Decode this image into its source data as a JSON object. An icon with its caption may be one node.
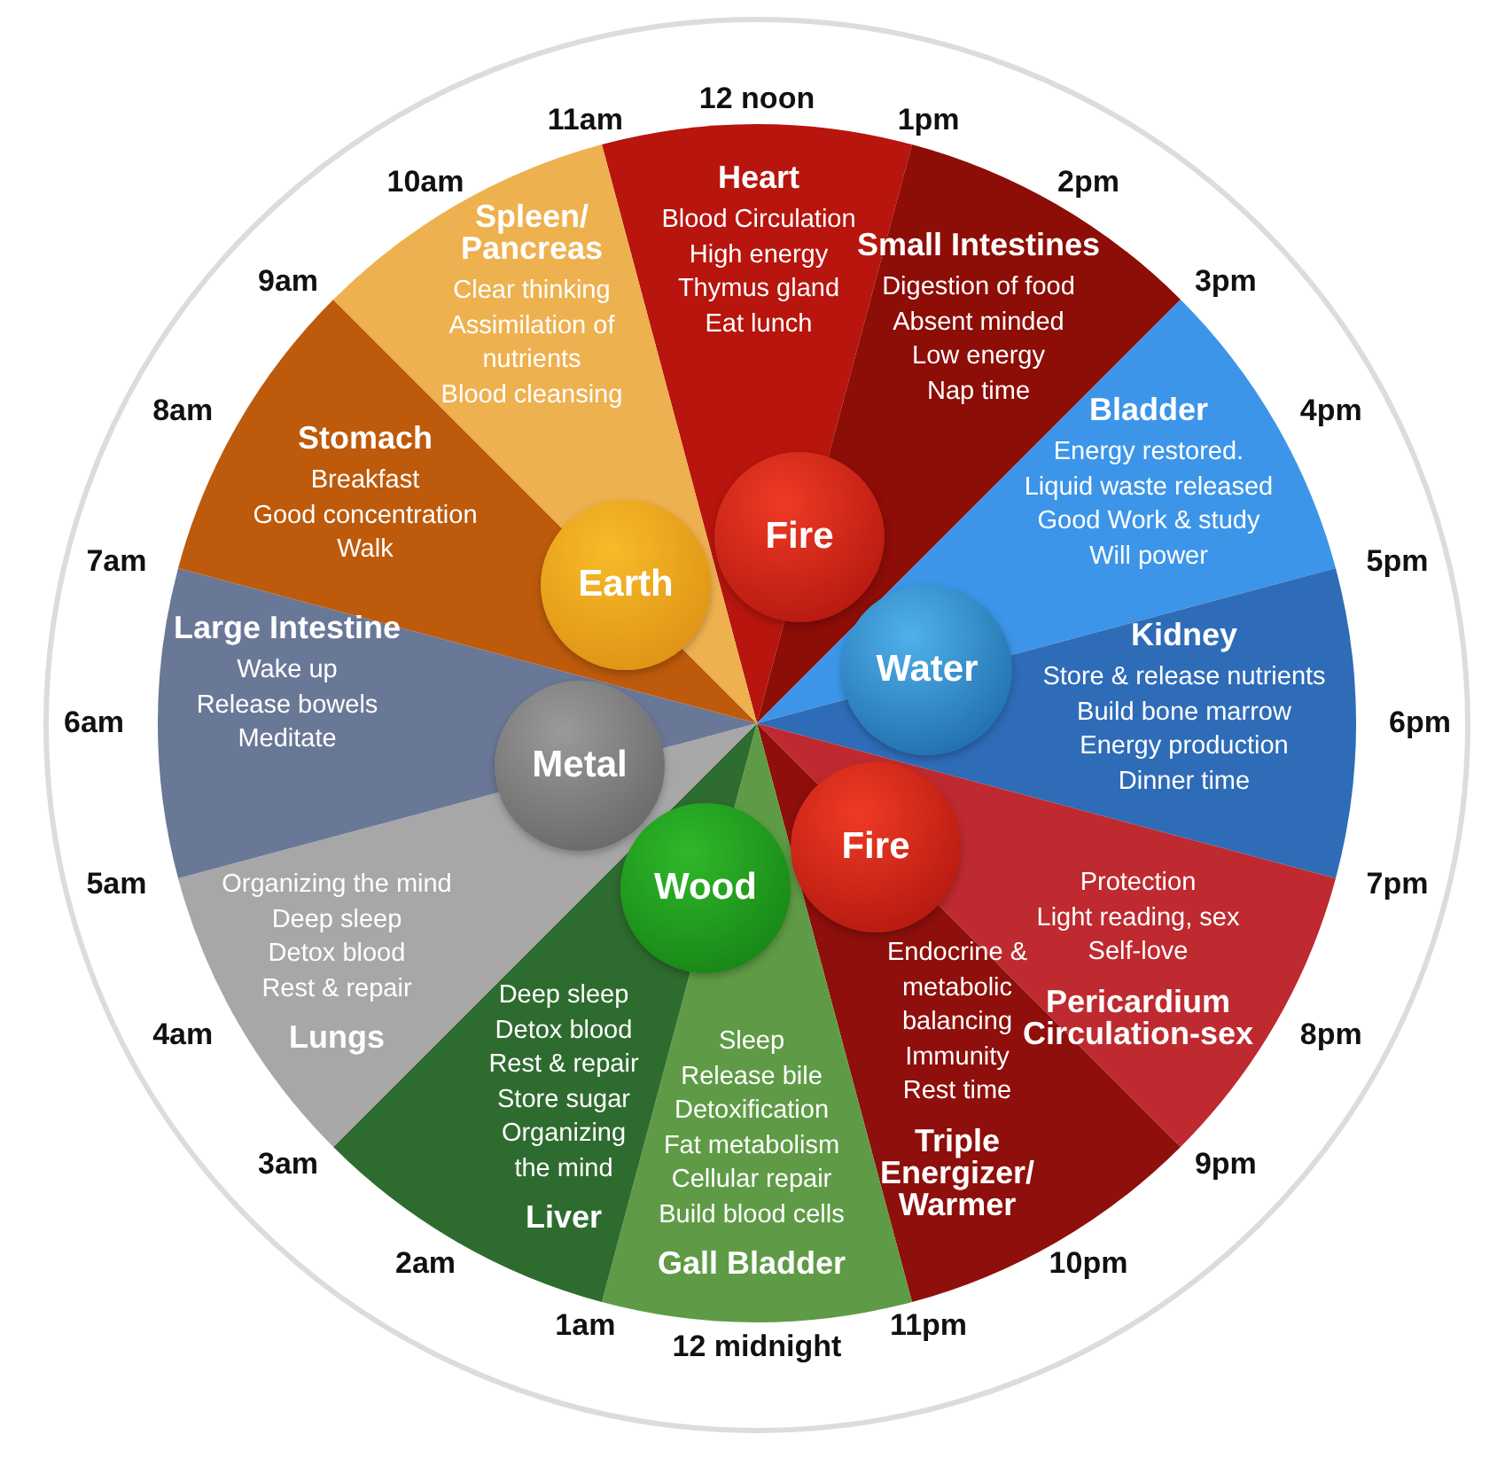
{
  "diagram": {
    "nodes": [
      {
        "text": [
          "Heart",
          "Blood Circulation",
          "High energy",
          "Thymus gland",
          "Eat lunch"
        ]
      },
      {
        "text": [
          "Small Intestines",
          "Digestion of food",
          "Absent minded",
          "Low energy",
          "Nap time"
        ]
      },
      {
        "text": [
          "Bladder",
          "Energy restored.",
          "Liquid waste released",
          "Good Work & study",
          "Will power"
        ]
      },
      {
        "text": [
          "Kidney",
          "Store & release nutrients",
          "Build bone marrow",
          "Energy production",
          "Dinner time"
        ]
      },
      {
        "text": [
          "Protection",
          "Light reading, sex",
          "Self-love",
          "Pericardium Circulation-sex"
        ]
      },
      {
        "text": [
          "Endocrine & metabolic balancing",
          "Immunity",
          "Rest time",
          "Triple Energizer/ Warmer"
        ]
      },
      {
        "text": [
          "Sleep",
          "Release bile",
          "Detoxification",
          "Fat metabolism",
          "Cellular repair",
          "Build blood cells",
          "Gall Bladder"
        ]
      },
      {
        "text": [
          "Deep sleep",
          "Detox blood",
          "Rest & repair",
          "Store sugar",
          "Organizing the mind",
          "Liver"
        ]
      },
      {
        "text": [
          "Organizing the mind",
          "Deep sleep",
          "Detox blood",
          "Rest & repair",
          "Lungs"
        ]
      },
      {
        "text": [
          "Large Intestine",
          "Wake up",
          "Release bowels",
          "Meditate"
        ]
      },
      {
        "text": [
          "Stomach",
          "Breakfast",
          "Good concentration",
          "Walk"
        ]
      },
      {
        "text": [
          "Spleen/ Pancreas",
          "Clear thinking",
          "Assimilation of nutrients",
          "Blood cleansing"
        ]
      },
      {
        "text": [
          "Fire"
        ]
      },
      {
        "text": [
          "Earth"
        ]
      },
      {
        "text": [
          "Metal"
        ]
      },
      {
        "text": [
          "Water"
        ]
      },
      {
        "text": [
          "Fire"
        ]
      },
      {
        "text": [
          "Wood"
        ]
      }
    ],
    "labels": [
      "12 noon",
      "1pm",
      "2pm",
      "3pm",
      "4pm",
      "5pm",
      "6pm",
      "7pm",
      "8pm",
      "9pm",
      "10pm",
      "11pm",
      "12 midnight",
      "1am",
      "2am",
      "3am",
      "4am",
      "5am",
      "6am",
      "7am",
      "8am",
      "9am",
      "10am",
      "11am"
    ]
  }
}
